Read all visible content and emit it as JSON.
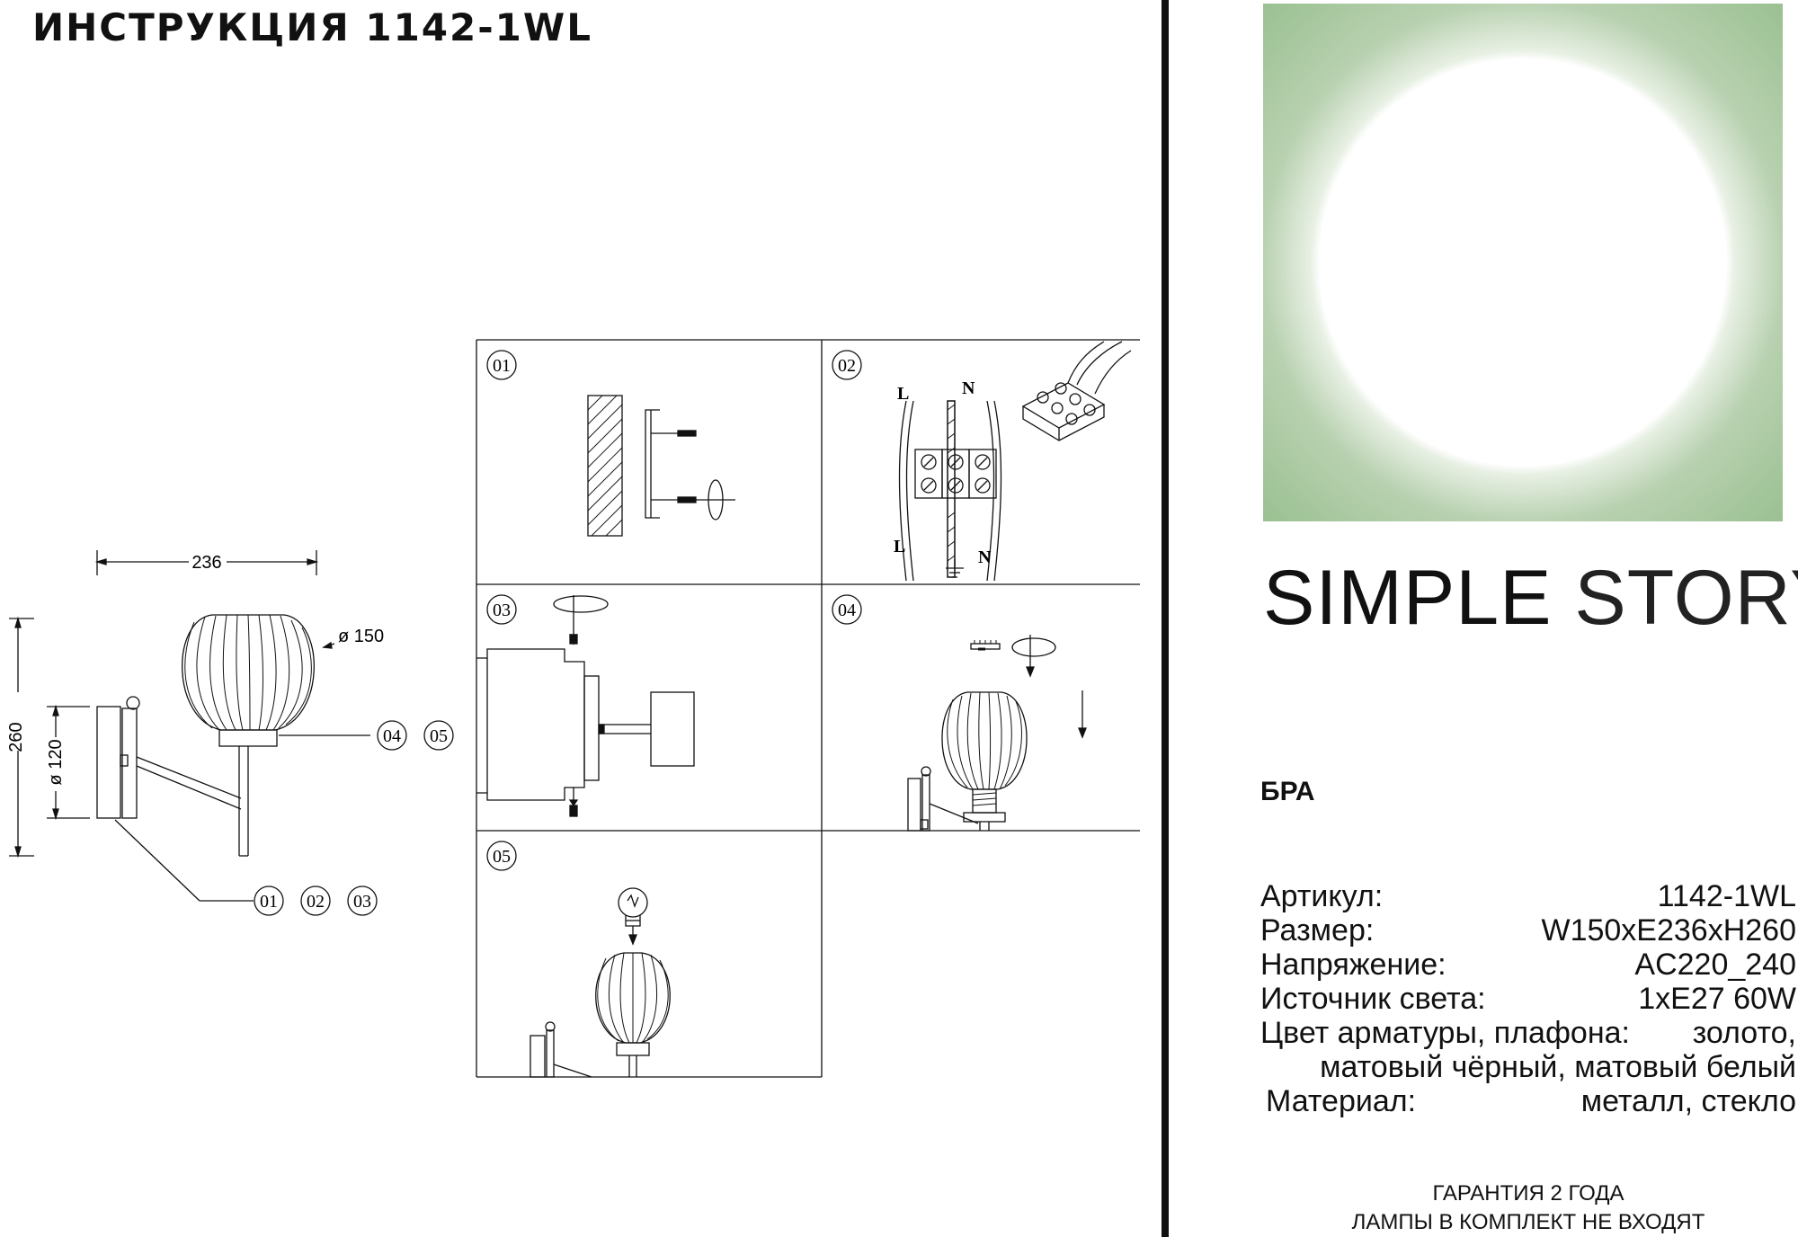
{
  "doc": {
    "title": "ИНСТРУКЦИЯ 1142-1WL"
  },
  "brand": {
    "word1": "SIMPLE",
    "word2": "STORY"
  },
  "category": "БРА",
  "specs": [
    {
      "key": "Артикул:",
      "value": "1142-1WL"
    },
    {
      "key": "Размер:",
      "value": "W150xE236xH260"
    },
    {
      "key": "Напряжение:",
      "value": "AC220_240"
    },
    {
      "key": "Источник света:",
      "value": "1xE27 60W"
    },
    {
      "key": "Цвет арматуры, плафона:",
      "value": "золото,"
    },
    {
      "key": "",
      "value": "матовый чёрный, матовый белый"
    },
    {
      "key": "Материал:",
      "value": "металл,  стекло"
    }
  ],
  "footer": {
    "line1": "ГАРАНТИЯ 2 ГОДА",
    "line2": "ЛАМПЫ В КОМПЛЕКТ НЕ ВХОДЯТ"
  },
  "dimensions": {
    "width": "236",
    "height": "260",
    "shade_diameter": "ø 150",
    "base_diameter": "ø 120"
  },
  "callouts": {
    "shade": [
      "04",
      "05"
    ],
    "base": [
      "01",
      "02",
      "03"
    ]
  },
  "steps": [
    "01",
    "02",
    "03",
    "04",
    "05"
  ],
  "wiring": {
    "live": "L",
    "neutral": "N"
  },
  "colors": {
    "hero_green": "#9cc193",
    "ink": "#111111"
  }
}
